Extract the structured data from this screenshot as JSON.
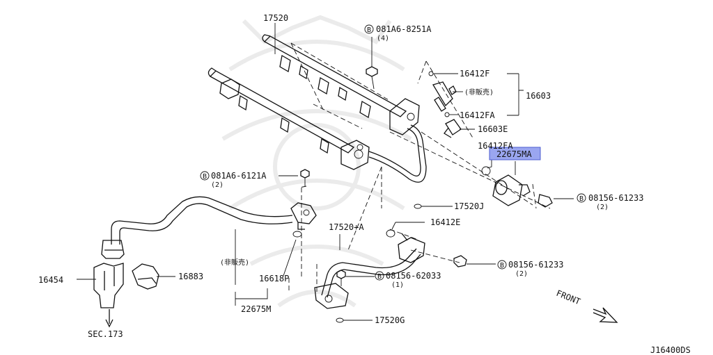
{
  "colors": {
    "ink": "#111111",
    "highlight": "#9aa6f0",
    "highlight_border": "#4f5fd0",
    "watermark": "#ebebeb"
  },
  "labels": {
    "p17520": "17520",
    "b081A6_8251A": "081A6-8251A",
    "b081A6_8251A_qty": "(4)",
    "p16412F": "16412F",
    "p16603": "16603",
    "not_for_sale_top": "(非販売)",
    "p16412FA_top": "16412FA",
    "p16603E": "16603E",
    "p16412FA_mid": "16412FA",
    "p22675MA": "22675MA",
    "b08156_61233_top": "08156-61233",
    "b08156_61233_top_qty": "(2)",
    "b081A6_6121A": "081A6-6121A",
    "b081A6_6121A_qty": "(2)",
    "p17520J": "17520J",
    "p17520A": "17520+A",
    "p16412E": "16412E",
    "not_for_sale_bottom": "(非販売)",
    "b08156_61233_bottom": "08156-61233",
    "b08156_61233_bottom_qty": "(2)",
    "p16618P": "16618P",
    "b08156_62033": "08156-62033",
    "b08156_62033_qty": "(1)",
    "p16454": "16454",
    "p16883": "16883",
    "p22675M": "22675M",
    "p17520G": "17520G",
    "sec173": "SEC.173",
    "front": "FRONT",
    "diagram_code": "J16400DS",
    "bolt_symbol": "B"
  }
}
